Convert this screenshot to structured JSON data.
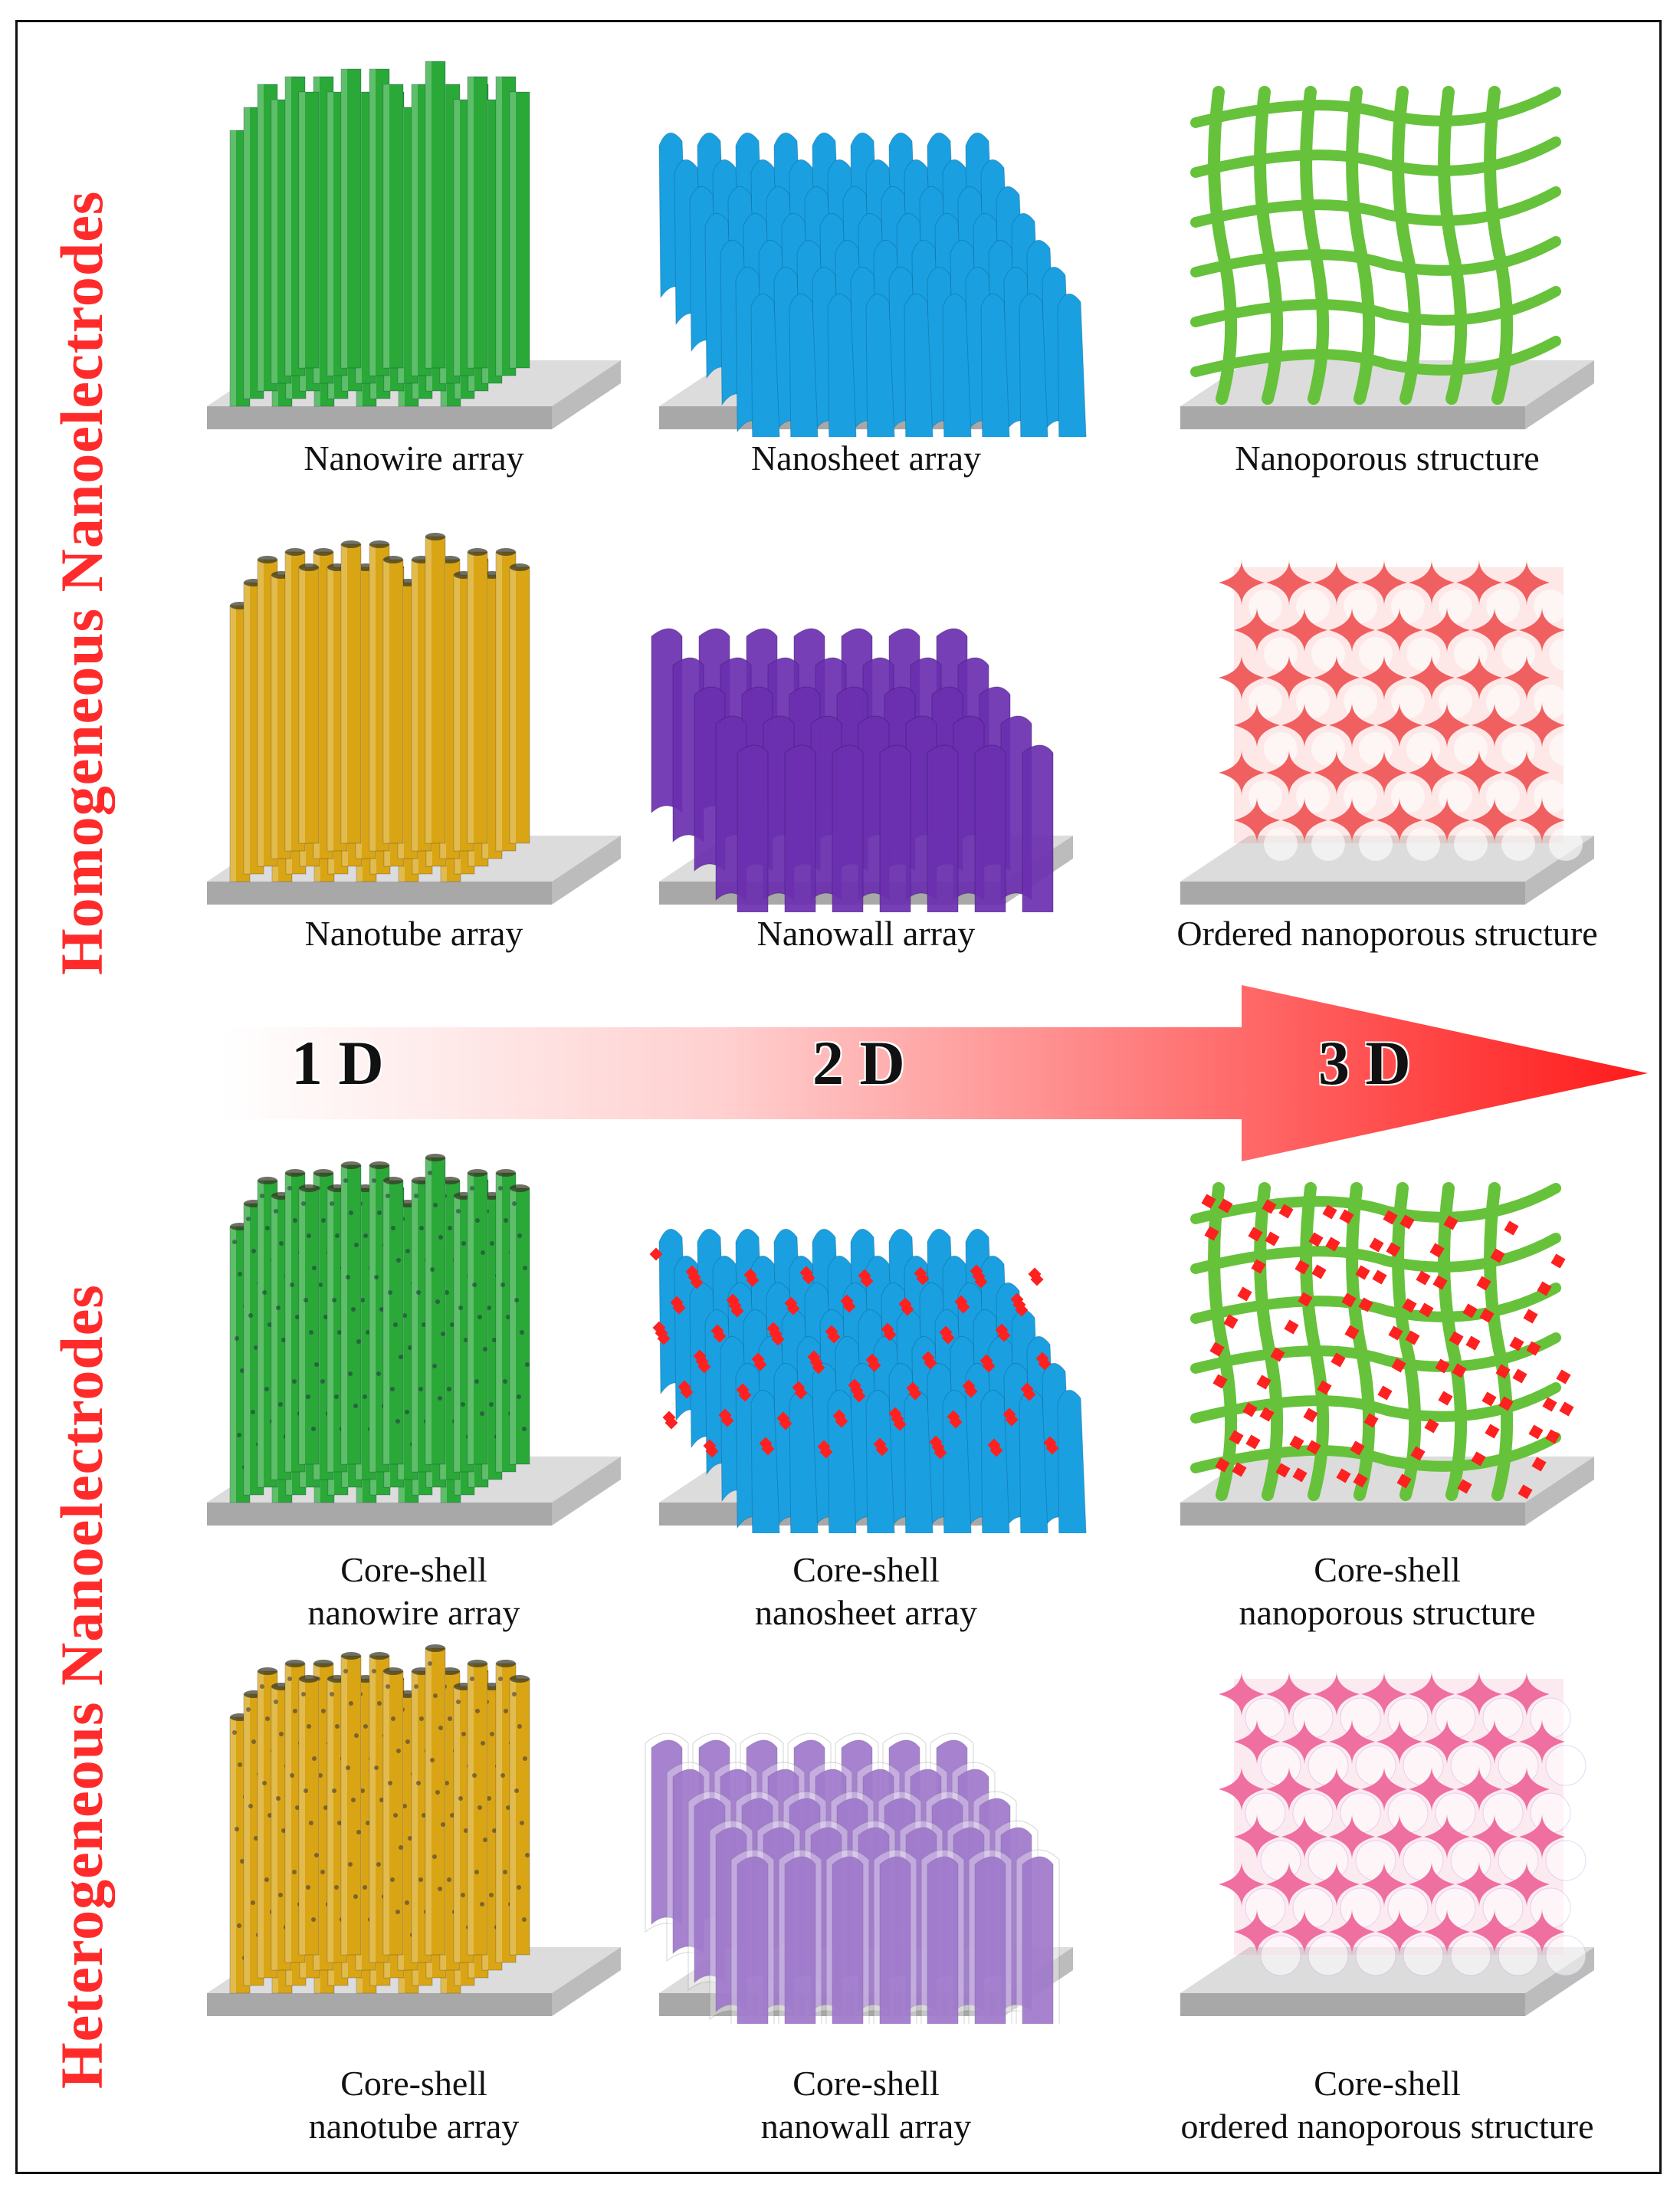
{
  "side_titles": {
    "top": "Homogeneous Nanoelectrodes",
    "bottom": "Heterogeneous Nanoelectrodes"
  },
  "dimension_labels": [
    "1 D",
    "2 D",
    "3 D"
  ],
  "colors": {
    "side_title": "#ff2b2b",
    "arrow_start": "#ffffff",
    "arrow_end": "#ff1a1a",
    "substrate": "#c9c9c9",
    "nanowire": "#2aa838",
    "nanosheet": "#1aa0e0",
    "nanoporous": "#66c23a",
    "nanotube": "#d9a514",
    "nanowall": "#6b2fb0",
    "ordered": "#f06060",
    "particles": "#ff2020",
    "ordered_shell": "#ee6fa0"
  },
  "rows": [
    {
      "cells": [
        {
          "caption_lines": [
            "Nanowire array"
          ],
          "icon": "nanowire-array-icon"
        },
        {
          "caption_lines": [
            "Nanosheet array"
          ],
          "icon": "nanosheet-array-icon"
        },
        {
          "caption_lines": [
            "Nanoporous structure"
          ],
          "icon": "nanoporous-structure-icon"
        }
      ]
    },
    {
      "cells": [
        {
          "caption_lines": [
            "Nanotube array"
          ],
          "icon": "nanotube-array-icon"
        },
        {
          "caption_lines": [
            "Nanowall array"
          ],
          "icon": "nanowall-array-icon"
        },
        {
          "caption_lines": [
            "Ordered nanoporous structure"
          ],
          "icon": "ordered-nanoporous-structure-icon"
        }
      ]
    },
    {
      "cells": [
        {
          "caption_lines": [
            "Core-shell",
            "nanowire array"
          ],
          "icon": "core-shell-nanowire-array-icon"
        },
        {
          "caption_lines": [
            "Core-shell",
            "nanosheet array"
          ],
          "icon": "core-shell-nanosheet-array-icon"
        },
        {
          "caption_lines": [
            "Core-shell",
            "nanoporous structure"
          ],
          "icon": "core-shell-nanoporous-structure-icon"
        }
      ]
    },
    {
      "cells": [
        {
          "caption_lines": [
            "Core-shell",
            "nanotube array"
          ],
          "icon": "core-shell-nanotube-array-icon"
        },
        {
          "caption_lines": [
            "Core-shell",
            "nanowall array"
          ],
          "icon": "core-shell-nanowall-array-icon"
        },
        {
          "caption_lines": [
            "Core-shell",
            "ordered nanoporous structure"
          ],
          "icon": "core-shell-ordered-nanoporous-structure-icon"
        }
      ]
    }
  ]
}
